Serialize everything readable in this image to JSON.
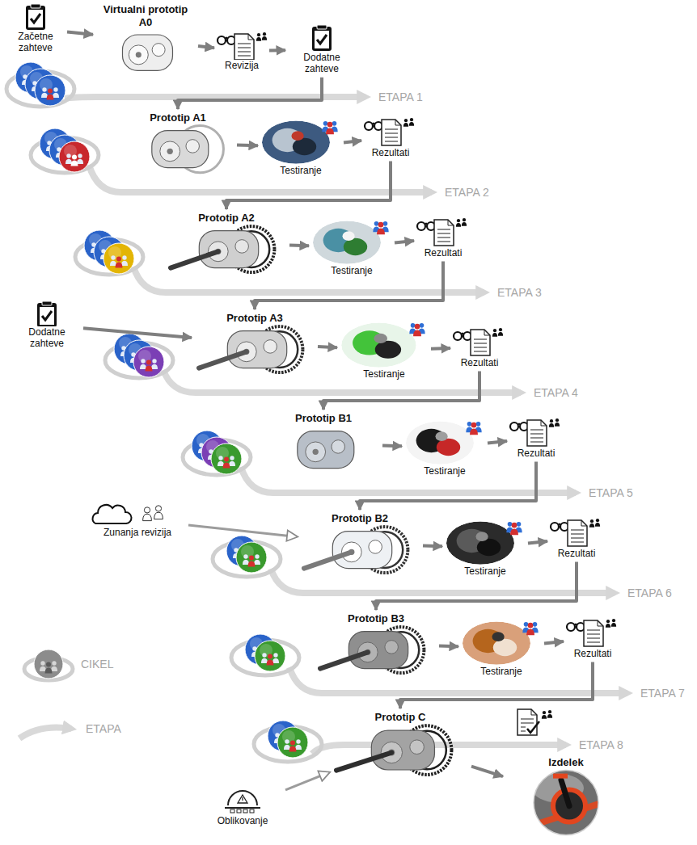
{
  "diagram": {
    "nodes": [
      {
        "text": [
          "Začetne zahteve"
        ]
      },
      {
        "text": [
          "Virtualni prototip A0"
        ]
      },
      {
        "text": [
          "Revizija"
        ]
      },
      {
        "text": [
          "Dodatne zahteve"
        ]
      },
      {
        "text": [
          "Prototip A1"
        ]
      },
      {
        "text": [
          "Testiranje"
        ]
      },
      {
        "text": [
          "Rezultati"
        ]
      },
      {
        "text": [
          "Prototip A2"
        ]
      },
      {
        "text": [
          "Testiranje"
        ]
      },
      {
        "text": [
          "Rezultati"
        ]
      },
      {
        "text": [
          "Dodatne zahteve"
        ]
      },
      {
        "text": [
          "Prototip A3"
        ]
      },
      {
        "text": [
          "Testiranje"
        ]
      },
      {
        "text": [
          "Rezultati"
        ]
      },
      {
        "text": [
          "Prototip B1"
        ]
      },
      {
        "text": [
          "Testiranje"
        ]
      },
      {
        "text": [
          "Rezultati"
        ]
      },
      {
        "text": [
          "Zunanja revizija"
        ]
      },
      {
        "text": [
          "Prototip B2"
        ]
      },
      {
        "text": [
          "Testiranje"
        ]
      },
      {
        "text": [
          "Rezultati"
        ]
      },
      {
        "text": [
          "Prototip B3"
        ]
      },
      {
        "text": [
          "Testiranje"
        ]
      },
      {
        "text": [
          "Rezultati"
        ]
      },
      {
        "text": [
          "Prototip C"
        ]
      },
      {
        "text": [
          "Oblikovanje"
        ]
      },
      {
        "text": [
          "Izdelek"
        ]
      }
    ],
    "edges": [
      {
        "from": 0,
        "to": 1,
        "arrow": "to"
      },
      {
        "from": 1,
        "to": 2,
        "arrow": "to"
      },
      {
        "from": 2,
        "to": 3,
        "arrow": "to"
      },
      {
        "from": 3,
        "to": 4,
        "arrow": "to"
      },
      {
        "from": 4,
        "to": 5,
        "arrow": "to"
      },
      {
        "from": 5,
        "to": 6,
        "arrow": "to"
      },
      {
        "from": 6,
        "to": 7,
        "arrow": "to"
      },
      {
        "from": 7,
        "to": 8,
        "arrow": "to"
      },
      {
        "from": 8,
        "to": 9,
        "arrow": "to"
      },
      {
        "from": 9,
        "to": 11,
        "arrow": "to"
      },
      {
        "from": 10,
        "to": 11,
        "arrow": "to"
      },
      {
        "from": 11,
        "to": 12,
        "arrow": "to"
      },
      {
        "from": 12,
        "to": 13,
        "arrow": "to"
      },
      {
        "from": 13,
        "to": 14,
        "arrow": "to"
      },
      {
        "from": 14,
        "to": 15,
        "arrow": "to"
      },
      {
        "from": 15,
        "to": 16,
        "arrow": "to"
      },
      {
        "from": 16,
        "to": 18,
        "arrow": "to"
      },
      {
        "from": 17,
        "to": 18,
        "arrow": "to"
      },
      {
        "from": 18,
        "to": 19,
        "arrow": "to"
      },
      {
        "from": 19,
        "to": 20,
        "arrow": "to"
      },
      {
        "from": 20,
        "to": 21,
        "arrow": "to"
      },
      {
        "from": 21,
        "to": 22,
        "arrow": "to"
      },
      {
        "from": 22,
        "to": 23,
        "arrow": "to"
      },
      {
        "from": 23,
        "to": 24,
        "arrow": "to"
      },
      {
        "from": 25,
        "to": 24,
        "arrow": "to"
      },
      {
        "from": 24,
        "to": 26,
        "arrow": "to"
      }
    ],
    "labels": [
      "ETAPA 1",
      "ETAPA 2",
      "ETAPA 3",
      "ETAPA 4",
      "ETAPA 5",
      "ETAPA 6",
      "ETAPA 7",
      "ETAPA 8"
    ],
    "legend": [
      {
        "text": "CIKEL"
      },
      {
        "text": "ETAPA"
      }
    ]
  }
}
